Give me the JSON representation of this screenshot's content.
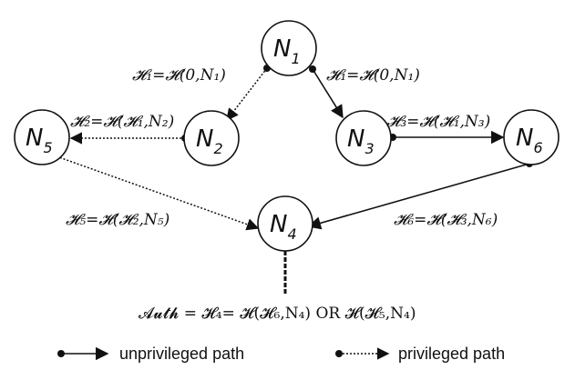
{
  "colors": {
    "stroke": "#111111",
    "background": "#ffffff"
  },
  "nodes": [
    {
      "id": "N1",
      "letter": "N",
      "sub": "1"
    },
    {
      "id": "N2",
      "letter": "N",
      "sub": "2"
    },
    {
      "id": "N3",
      "letter": "N",
      "sub": "3"
    },
    {
      "id": "N4",
      "letter": "N",
      "sub": "4"
    },
    {
      "id": "N5",
      "letter": "N",
      "sub": "5"
    },
    {
      "id": "N6",
      "letter": "N",
      "sub": "6"
    }
  ],
  "edges": [
    {
      "from": "N1",
      "to": "N2",
      "style": "dotted",
      "label": "𝓗₁=𝓗(0,N₁)"
    },
    {
      "from": "N1",
      "to": "N3",
      "style": "solid",
      "label": "𝓗₁=𝓗(0,N₁)"
    },
    {
      "from": "N2",
      "to": "N5",
      "style": "dotted",
      "label": "𝓗₂=𝓗(𝓗₁,N₂)"
    },
    {
      "from": "N3",
      "to": "N6",
      "style": "solid",
      "label": "𝓗₃=𝓗(𝓗₁,N₃)"
    },
    {
      "from": "N5",
      "to": "N4",
      "style": "dotted",
      "label": "𝓗₅=𝓗(𝓗₂,N₅)"
    },
    {
      "from": "N6",
      "to": "N4",
      "style": "solid",
      "label": "𝓗₆=𝓗(𝓗₃,N₆)"
    }
  ],
  "auth": "𝓐𝓾𝓽𝓱 = 𝓗₄= 𝓗(𝓗₆,N₄) OR 𝓗(𝓗₅,N₄)",
  "legend": {
    "unprivileged": "unprivileged path",
    "privileged": "privileged path"
  }
}
